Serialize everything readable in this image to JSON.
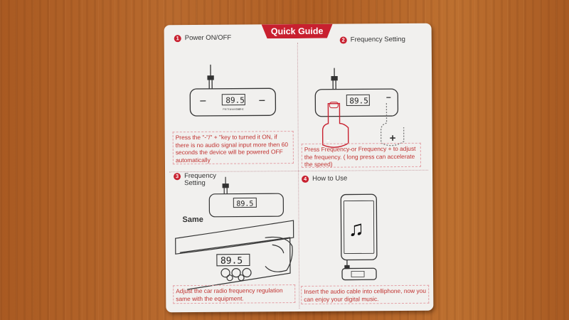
{
  "card": {
    "banner": "Quick Guide",
    "steps": [
      {
        "number": "1",
        "title": "Power ON/OFF",
        "note": "Press the \"-\"/\" + \"key to turned it ON, if there is no audio signal input more then 60 seconds the device will be powered OFF automatically"
      },
      {
        "number": "2",
        "title": "Frequency Setting",
        "note": "Press Frequency-or Frequency + to adjust the frequency. ( long press can accelerate the speed)"
      },
      {
        "number": "3",
        "title": "Frequency Setting",
        "note": "Adjust the car radio frequency regulation same with the equipment."
      },
      {
        "number": "4",
        "title": "How to Use",
        "note": "Insert the audio cable into celliphone, now you can enjoy your digital music."
      }
    ],
    "device_display": "89.5",
    "device_caption": "FM Transmitter",
    "device_unit": "MHz",
    "minus_label": "-",
    "plus_label": "+",
    "same_label": "Same",
    "music_note": "♫"
  },
  "colors": {
    "accent": "#c8202f",
    "card": "#f1f0ee",
    "wood": "#b5652a"
  }
}
